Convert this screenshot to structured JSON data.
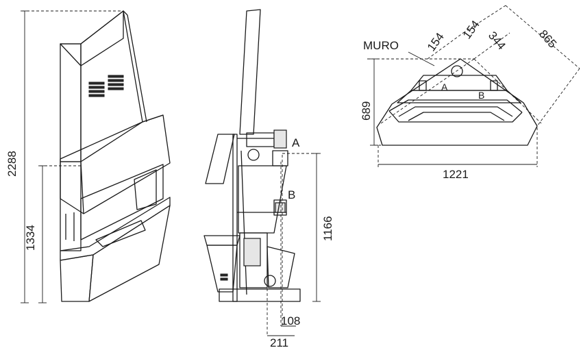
{
  "front_view": {
    "dim_total_height": "2288",
    "dim_firebox_height": "1334"
  },
  "side_view": {
    "label_a": "A",
    "label_b": "B",
    "dim_outlet_height": "1166",
    "dim_offset_small": "108",
    "dim_offset_large": "211"
  },
  "plan_view": {
    "wall_label": "MURO",
    "dim_wall_offset_1": "154",
    "dim_wall_offset_2": "154",
    "dim_side": "344",
    "dim_diagonal": "865",
    "dim_depth": "689",
    "dim_width": "1221",
    "label_a": "A",
    "label_b": "B"
  }
}
